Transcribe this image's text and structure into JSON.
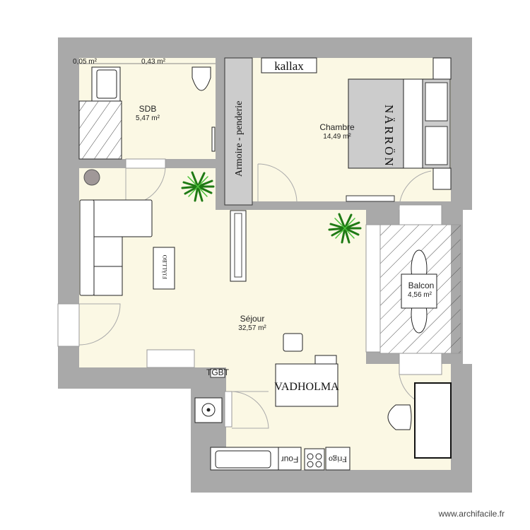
{
  "plan": {
    "rooms": [
      {
        "name": "SDB",
        "area": "5,47 m²"
      },
      {
        "name": "Chambre",
        "area": "14,49 m²"
      },
      {
        "name": "Séjour",
        "area": "32,57 m²"
      },
      {
        "name": "Balcon",
        "area": "4,56 m²"
      }
    ],
    "small_areas": [
      "0,05 m²",
      "0,43 m²"
    ],
    "furniture": {
      "kallax": "kallax",
      "wardrobe": "Armoire - penderie",
      "bed": "NÄRRÖN",
      "table": "VADHOLMA",
      "oven": "Four",
      "fridge": "Frigo",
      "panel": "TGBT",
      "shelf": "FJÄLLBO"
    },
    "colors": {
      "wall": "#a9a9a9",
      "floor": "#fbf8e4",
      "furniture_gray": "#cccccc",
      "plant": "#2e9a1e"
    }
  },
  "watermark": "www.archifacile.fr"
}
